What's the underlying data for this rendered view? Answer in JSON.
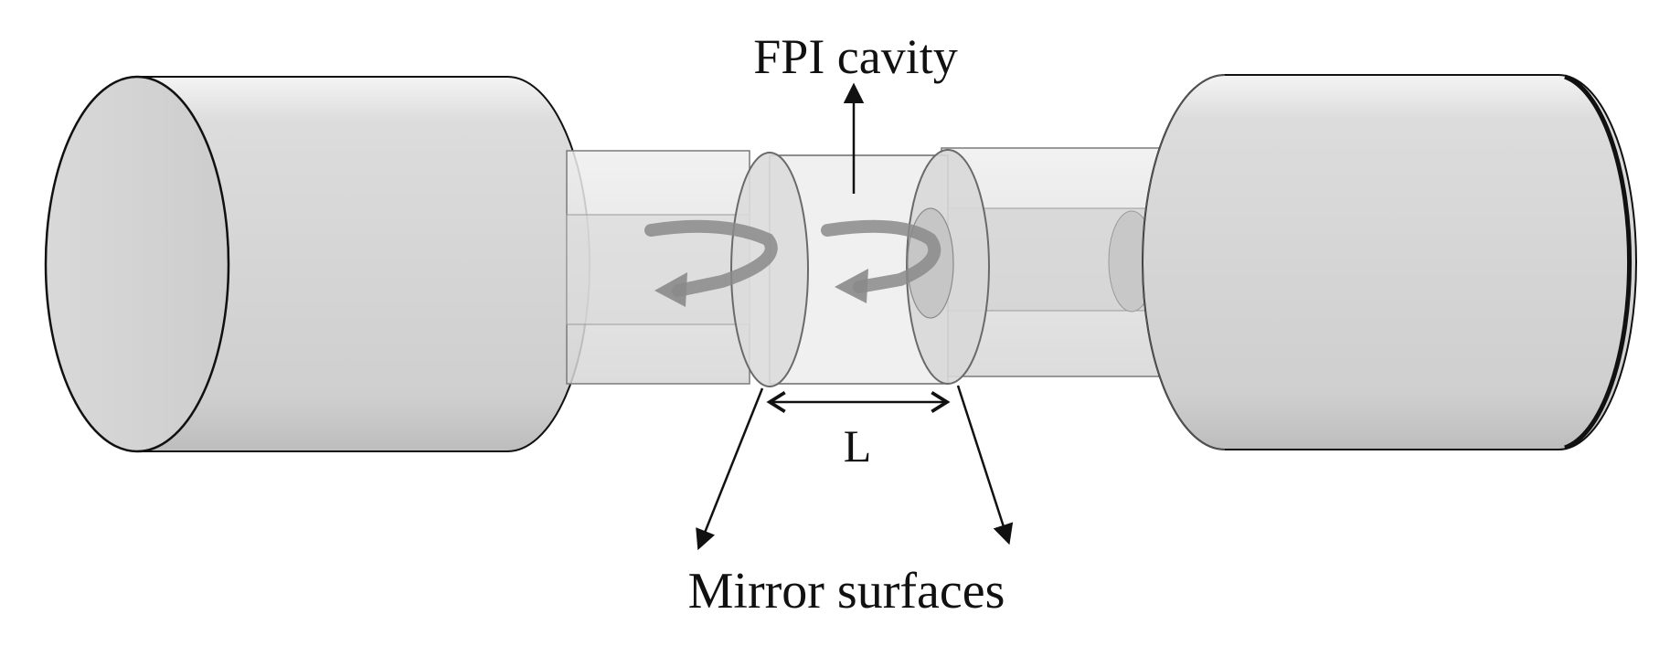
{
  "labels": {
    "cavity": "FPI cavity",
    "length": "L",
    "mirrors": "Mirror surfaces"
  },
  "colors": {
    "metal": "#d4d4d4",
    "outline": "#111111",
    "glass": "#e6e6e6",
    "reflection_arrow": "#8a8a8a"
  }
}
